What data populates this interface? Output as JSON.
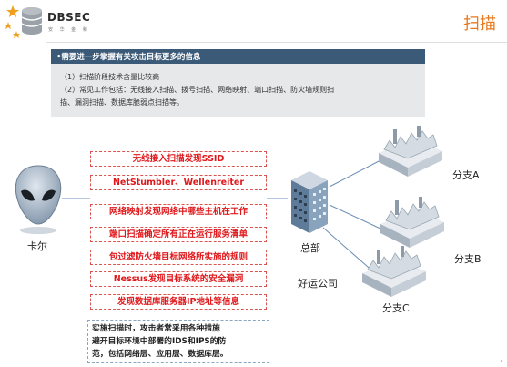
{
  "header": {
    "logo_name": "DBSEC",
    "logo_sub": "安 华 金 和",
    "title": "扫描"
  },
  "info": {
    "heading": "•需要进一步掌握有关攻击目标更多的信息",
    "line1": "（1）扫描阶段技术含量比较高",
    "line2": "（2）常见工作包括：无线接入扫描、拨号扫描、网络映射、端口扫描、防火墙规则扫",
    "line3": "描、漏洞扫描、数据库脆弱点扫描等。"
  },
  "attacker": {
    "label": "卡尔"
  },
  "scan_items": [
    "无线接入扫描发现SSID",
    "NetStumbler、Wellenreiter",
    "网络映射发现网络中哪些主机在工作",
    "端口扫描确定所有正在运行服务清单",
    "包过滤防火墙目标网络所实施的规则",
    "Nessus发现目标系统的安全漏洞",
    "发现数据库服务器IP地址等信息"
  ],
  "note": {
    "line1": "实施扫描时，攻击者常采用各种措施",
    "line2": "避开目标环境中部署的IDS和IPS的防",
    "line3": "范，包括网络层、应用层、数据库层。"
  },
  "target": {
    "hq_label": "总部",
    "company_label": "好运公司",
    "branches": [
      "分支A",
      "分支B",
      "分支C"
    ]
  },
  "page_number": "4",
  "colors": {
    "accent": "#e8791e",
    "item_text": "#e0181b",
    "info_header": "#3b5a78",
    "info_body": "#e6e8ea"
  }
}
